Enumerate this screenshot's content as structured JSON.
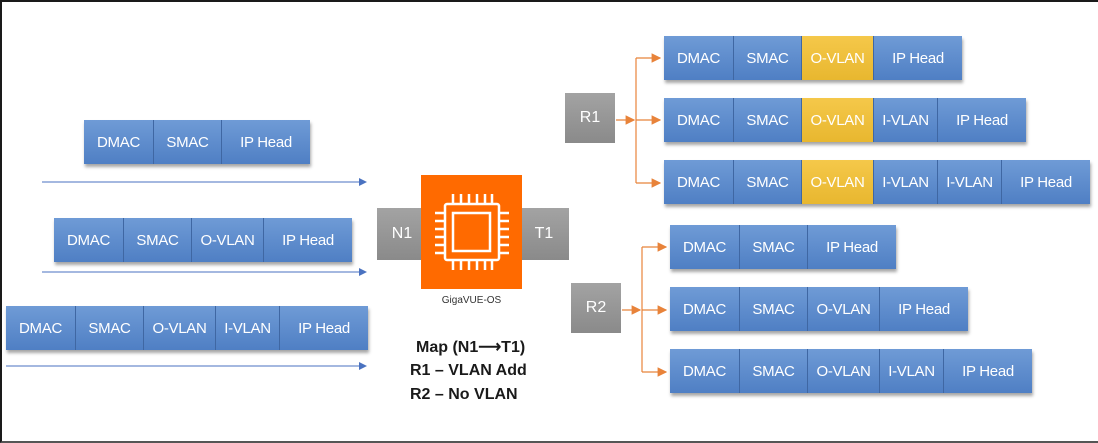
{
  "input_packets": [
    {
      "fields": [
        "DMAC",
        "SMAC",
        "IP Head"
      ]
    },
    {
      "fields": [
        "DMAC",
        "SMAC",
        "O-VLAN",
        "IP Head"
      ]
    },
    {
      "fields": [
        "DMAC",
        "SMAC",
        "O-VLAN",
        "I-VLAN",
        "IP Head"
      ]
    }
  ],
  "device": {
    "label": "GigaVUE-OS",
    "icon": "chip-icon",
    "in_port": "N1",
    "out_port": "T1",
    "color": "#ff6a00"
  },
  "map_text": {
    "line1": "Map (N1⟶T1)",
    "line2": "R1 – VLAN Add",
    "line3": "R2 – No VLAN"
  },
  "rules": [
    {
      "label": "R1",
      "packets": [
        {
          "fields": [
            "DMAC",
            "SMAC",
            "O-VLAN",
            "IP Head"
          ],
          "highlight": [
            "O-VLAN"
          ]
        },
        {
          "fields": [
            "DMAC",
            "SMAC",
            "O-VLAN",
            "I-VLAN",
            "IP Head"
          ],
          "highlight": [
            "O-VLAN"
          ]
        },
        {
          "fields": [
            "DMAC",
            "SMAC",
            "O-VLAN",
            "I-VLAN",
            "I-VLAN",
            "IP Head"
          ],
          "highlight": [
            "O-VLAN"
          ]
        }
      ]
    },
    {
      "label": "R2",
      "packets": [
        {
          "fields": [
            "DMAC",
            "SMAC",
            "IP Head"
          ],
          "highlight": []
        },
        {
          "fields": [
            "DMAC",
            "SMAC",
            "O-VLAN",
            "IP Head"
          ],
          "highlight": []
        },
        {
          "fields": [
            "DMAC",
            "SMAC",
            "O-VLAN",
            "I-VLAN",
            "IP Head"
          ],
          "highlight": []
        }
      ]
    }
  ],
  "colors": {
    "field": "#5b8bd0",
    "highlight": "#f0c040",
    "arrow_in": "#4a72c0",
    "arrow_out": "#e8833a",
    "port": "#959595"
  }
}
